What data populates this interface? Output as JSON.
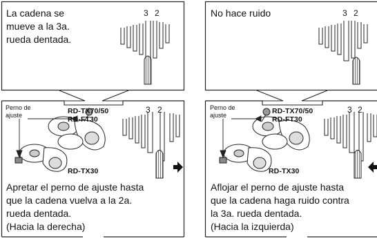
{
  "left": {
    "top_text": [
      "La cadena se",
      "mueve a la 3a.",
      "rueda dentada."
    ],
    "sprocket_numbers": {
      "a": "3",
      "b": "2"
    },
    "bolt_label": [
      "Perno de",
      "ajuste"
    ],
    "model_upper": [
      "RD-TX70/50",
      "RD-FT30"
    ],
    "model_lower": "RD-TX30",
    "bottom_text": [
      "Apretar el perno de ajuste hasta",
      "que la cadena vuelva a la 2a.",
      "rueda dentada.",
      "(Hacia la derecha)"
    ],
    "arrow_direction": "right"
  },
  "right": {
    "top_text": [
      "No hace ruido"
    ],
    "sprocket_numbers": {
      "a": "3",
      "b": "2"
    },
    "bolt_label": [
      "Perno de",
      "ajuste"
    ],
    "model_upper": [
      "RD-TX70/50",
      "RD-FT30"
    ],
    "model_lower": "RD-TX30",
    "bottom_text": [
      "Aflojar el perno de ajuste hasta",
      "que la cadena haga ruido contra",
      "la 3a. rueda dentada.",
      "(Hacia la izquierda)"
    ],
    "arrow_direction": "left"
  }
}
